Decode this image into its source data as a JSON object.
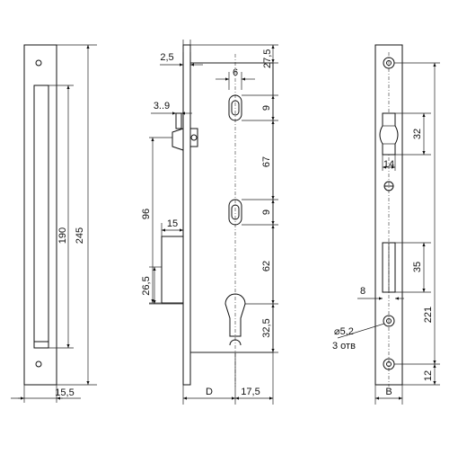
{
  "left_view": {
    "dimensions": {
      "width": "15,5",
      "total_height": "245",
      "slot_height": "190"
    }
  },
  "center_view": {
    "dimensions": {
      "plate_thickness": "2,5",
      "top_to_slot": "27,5",
      "slot_width": "6",
      "slot_top_height": "9",
      "latch_range": "3..9",
      "slot_pitch": "67",
      "slot_bottom_height": "9",
      "bolt_height": "96",
      "bolt_width": "15",
      "slot_to_cylinder": "62",
      "bolt_offset": "26,5",
      "cylinder_to_bottom": "32,5",
      "backset": "D",
      "cylinder_offset": "17,5"
    }
  },
  "right_view": {
    "dimensions": {
      "latch_window_height": "32",
      "latch_window_width": "14",
      "bolt_window_height": "35",
      "edge_offset": "8",
      "hole_diameter": "⌀5,2",
      "hole_count": "3 отв",
      "hole_spacing": "221",
      "bottom_offset": "12",
      "strike_width": "B"
    }
  }
}
